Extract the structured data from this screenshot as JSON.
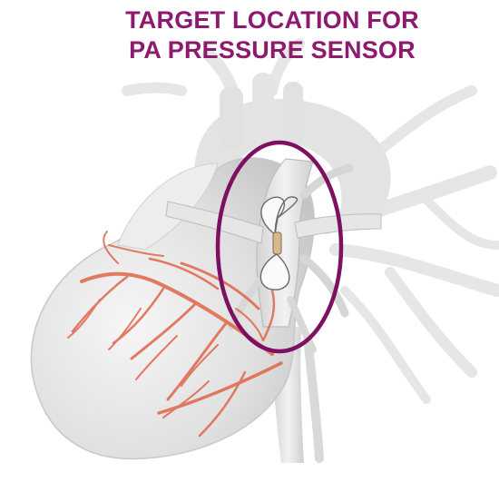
{
  "title": {
    "line1": "TARGET LOCATION FOR",
    "line2": "PA PRESSURE SENSOR",
    "color": "#8e1a6e"
  },
  "colors": {
    "marker_ellipse": "#7d1060",
    "coronary_vessels": "#e0664a",
    "heart_tissue": "#dcdcdc"
  },
  "illustration": {
    "subject": "heart-with-pulmonary-artery",
    "marker": "ellipse-around-pulmonary-artery",
    "device": "pa-pressure-sensor"
  }
}
